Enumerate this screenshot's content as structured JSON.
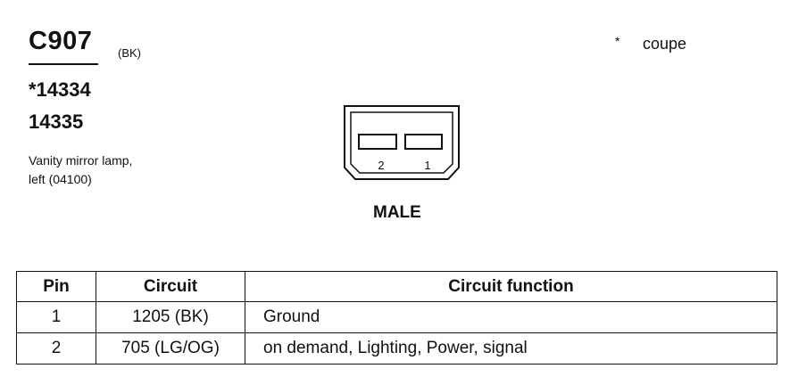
{
  "connector": {
    "id": "C907",
    "color": "(BK)",
    "parts": [
      "*14334",
      "14335"
    ],
    "description": [
      "Vanity mirror lamp,",
      "left (04100)"
    ],
    "gender": "MALE",
    "pin_labels": [
      "2",
      "1"
    ]
  },
  "footnote": {
    "mark": "*",
    "text": "coupe"
  },
  "table": {
    "headers": [
      "Pin",
      "Circuit",
      "Circuit function"
    ],
    "rows": [
      [
        "1",
        "1205 (BK)",
        "Ground"
      ],
      [
        "2",
        "705 (LG/OG)",
        "on demand, Lighting, Power, signal"
      ]
    ]
  }
}
